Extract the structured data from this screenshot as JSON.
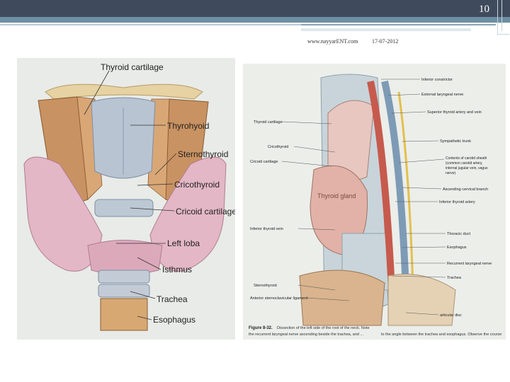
{
  "header": {
    "slide_number": "10",
    "website": "www.nayyarENT.com",
    "date": "17-07-2012"
  },
  "left_figure": {
    "labels": {
      "thyroid_cartilage": "Thyroid cartilage",
      "thyrohyoid": "Thyrohyoid",
      "sternothyroid": "Sternothyroid",
      "cricothyroid": "Cricothyroid",
      "cricoid_cartilage": "Cricoid cartilage",
      "left_lobe": "Left loba",
      "isthmus": "Isthmus",
      "trachea": "Trachea",
      "esophagus": "Esophagus"
    }
  },
  "right_figure": {
    "labels": {
      "inferior_constrictor": "Inferior constrictor",
      "external_laryngeal_nerve": "External laryngeal nerve",
      "superior_thyroid": "Superior thyroid artery and vein",
      "thyroid_cartilage": "Thyroid cartilage",
      "sympathetic_trunk": "Sympathetic trunk",
      "cricothyroid": "Cricothyroid",
      "contents_carotid_sheath": "Contents of carotid sheath (common carotid artery, internal jugular vein, vagus nerve)",
      "cricoid_cartilage": "Cricoid cartilage",
      "ascending_cervical": "Ascending cervical branch",
      "inferior_thyroid_artery": "Inferior thyroid artery",
      "inferior_thyroid_vein": "Inferior thyroid vein",
      "thoracic_duct": "Thoracic duct",
      "esophagus": "Esophagus",
      "recurrent_laryngeal": "Recurrent laryngeal nerve",
      "trachea": "Trachea",
      "sternothyroid": "Sternothyroid",
      "anterior_sternoclavicular": "Anterior sternoclavicular ligament",
      "articular_disc": "articular disc",
      "thyroid_gland": "Thyroid gland"
    },
    "caption": {
      "figure_label": "Figure 8-32.",
      "text_1": "Dissection of the left side of the root of the neck. Note",
      "text_2": "the recurrent laryngeal nerve ascending beside the trachea, and ...",
      "text_3": "to the angle between the trachea and esophagus. Observe the course"
    }
  }
}
